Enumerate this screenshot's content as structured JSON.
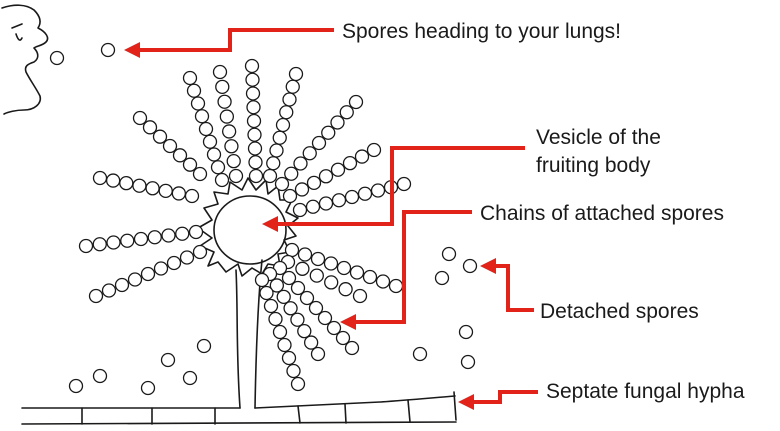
{
  "labels": {
    "spores_to_lungs": "Spores heading to your lungs!",
    "vesicle_line1": "Vesicle of the",
    "vesicle_line2": "fruiting body",
    "chains": "Chains of attached spores",
    "detached": "Detached spores",
    "hypha": "Septate fungal hypha"
  },
  "colors": {
    "arrow": "#e2231a",
    "ink": "#1a1a1a",
    "background": "#ffffff"
  }
}
